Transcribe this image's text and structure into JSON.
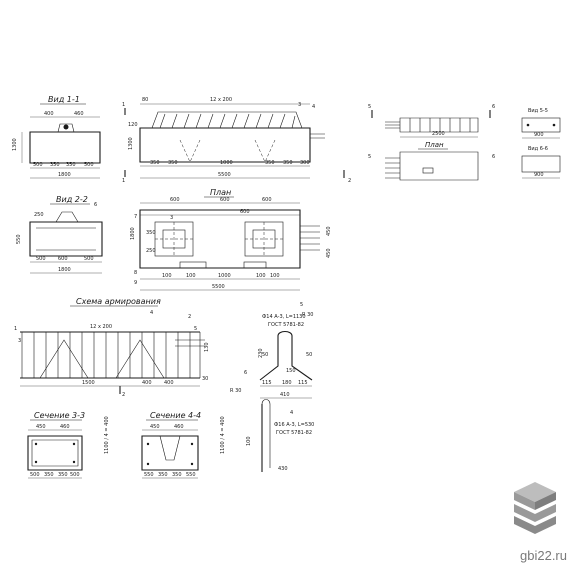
{
  "views": {
    "v11": {
      "title": "Вид 1-1",
      "d1": "400",
      "d2": "460",
      "d3": "1300",
      "b1": "500",
      "b2": "350",
      "b3": "350",
      "b4": "500",
      "total": "1800"
    },
    "front": {
      "n1": "1",
      "n2": "1",
      "top": "80",
      "spec": "12 x 200",
      "n3": "3",
      "n4": "4",
      "h1": "120",
      "h2": "1300",
      "b1": "350",
      "b2": "350",
      "b3": "1000",
      "b4": "350",
      "b5": "350",
      "b6": "300",
      "total": "5500",
      "m": "2"
    },
    "v55": {
      "n5a": "5",
      "n6a": "6",
      "dim": "2500",
      "plan": "План",
      "n5b": "5",
      "n6b": "6"
    },
    "s55": {
      "title": "Вид 5-5",
      "dim": "900"
    },
    "s66": {
      "title": "Вид 6-6",
      "dim": "900"
    },
    "v22": {
      "title": "Вид 2-2",
      "n6": "6",
      "d1": "250",
      "h1": "550",
      "b1": "500",
      "b2": "500",
      "b3": "600",
      "total": "1800"
    },
    "plan": {
      "title": "План",
      "t1": "600",
      "t2": "600",
      "t3": "600",
      "t4": "600",
      "l1": "1800",
      "l2": "350",
      "l3": "250",
      "n7": "7",
      "n8": "8",
      "n9": "9",
      "n3": "3",
      "r1": "450",
      "r2": "450",
      "b1": "100",
      "b2": "100",
      "b3": "1000",
      "b4": "100",
      "b5": "100",
      "total": "5500"
    },
    "arm": {
      "title": "Схема армирования",
      "n1": "1",
      "n2": "2",
      "n3": "3",
      "n4": "4",
      "n5": "5",
      "spec": "12 x 200",
      "d1": "1500",
      "d2": "400",
      "d3": "400",
      "h1": "130",
      "h2": "30",
      "x1": "2"
    },
    "bar": {
      "spec1": "Ф14 А-3, L=1130",
      "spec2": "ГОСТ 5781-82",
      "r1": "R 30",
      "r2": "R 30",
      "h1": "230",
      "w1": "150",
      "w2": "50",
      "w3": "115",
      "w4": "180",
      "w5": "115",
      "total": "410",
      "n5": "5",
      "n6": "6"
    },
    "s33": {
      "title": "Сечение 3-3",
      "d1": "450",
      "d2": "460",
      "b1": "500",
      "b2": "350",
      "b3": "350",
      "b4": "500",
      "h": "1100 / 4 = 400"
    },
    "s44": {
      "title": "Сечение 4-4",
      "d1": "450",
      "d2": "460",
      "b1": "550",
      "b2": "350",
      "b3": "350",
      "b4": "550",
      "h": "1100 / 4 = 400"
    },
    "hook": {
      "spec1": "Ф16 А-3, L=530",
      "spec2": "ГОСТ 5781-82",
      "n": "4",
      "h": "100",
      "w": "430"
    }
  },
  "brand": {
    "text": "gbi22.ru"
  },
  "colors": {
    "ink": "#1a1a1a",
    "paper": "#ffffff",
    "brand": "#7a7a7a",
    "logo": "#9a9a9a"
  }
}
